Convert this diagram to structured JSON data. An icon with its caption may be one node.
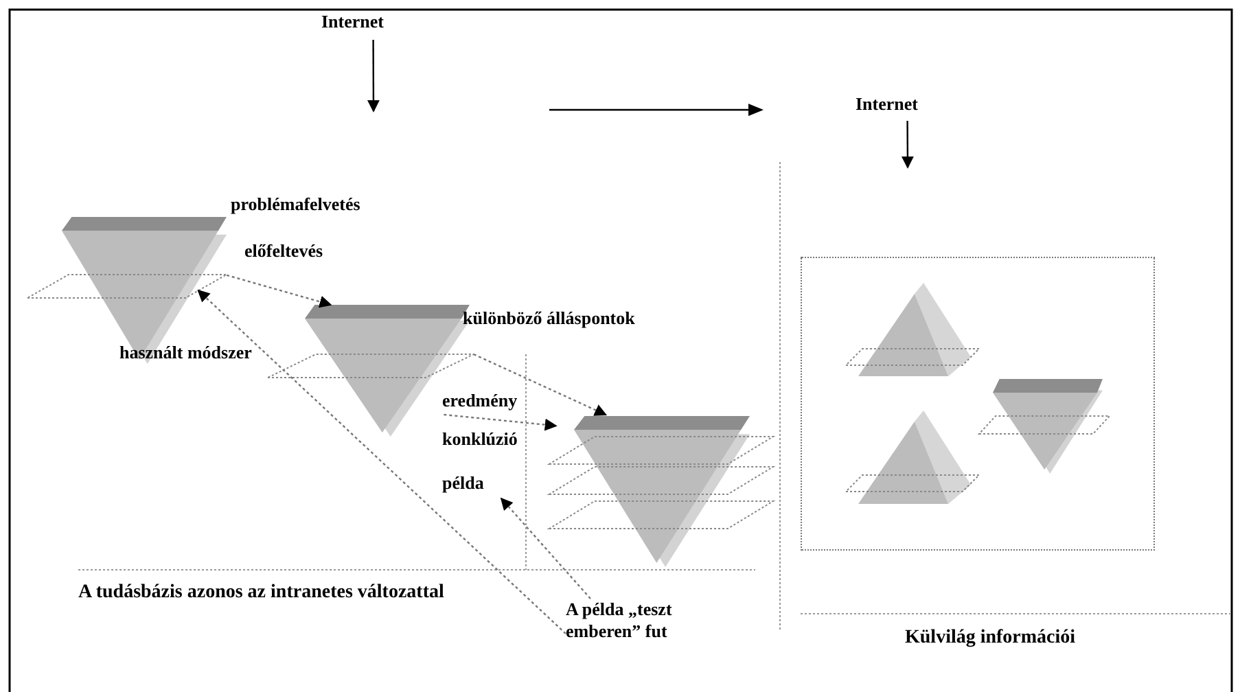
{
  "diagram": {
    "nodes": [
      {
        "text": [
          "Internet"
        ]
      },
      {
        "text": [
          "Internet"
        ]
      },
      {
        "text": [],
        "shape": "pyramid"
      },
      {
        "text": [],
        "shape": "pyramid"
      },
      {
        "text": [
          "eredmény"
        ]
      },
      {
        "text": [],
        "shape": "pyramid"
      },
      {
        "text": [
          "példa"
        ]
      },
      {
        "text": [
          "A példa „teszt emberen” fut"
        ]
      },
      {
        "text": [],
        "shape": "box"
      },
      {
        "text": [],
        "shape": "pyramid",
        "in": 8
      },
      {
        "text": [],
        "shape": "pyramid",
        "in": 8
      },
      {
        "text": [],
        "shape": "pyramid",
        "in": 8
      }
    ],
    "edges": [
      {
        "from": 0,
        "to": null,
        "arrow": "to",
        "color": "#000000"
      },
      {
        "from": 1,
        "to": null,
        "arrow": "to",
        "color": "#000000"
      },
      {
        "from": 2,
        "to": 3,
        "arrow": "to",
        "style": "dashed"
      },
      {
        "from": 7,
        "to": 2,
        "arrow": "to",
        "style": "dashed"
      },
      {
        "from": 3,
        "to": 5,
        "arrow": "to",
        "style": "dashed"
      },
      {
        "from": 4,
        "to": 5,
        "arrow": "to",
        "style": "dashed"
      },
      {
        "from": 7,
        "to": 6,
        "arrow": "to",
        "style": "dashed"
      }
    ],
    "labels": [
      "problémafelvetés",
      "előfeltevés",
      "használt módszer",
      "különböző álláspontok",
      "konklúzió",
      "A tudásbázis azonos az intranetes változattal",
      "Külvilág információi"
    ]
  }
}
